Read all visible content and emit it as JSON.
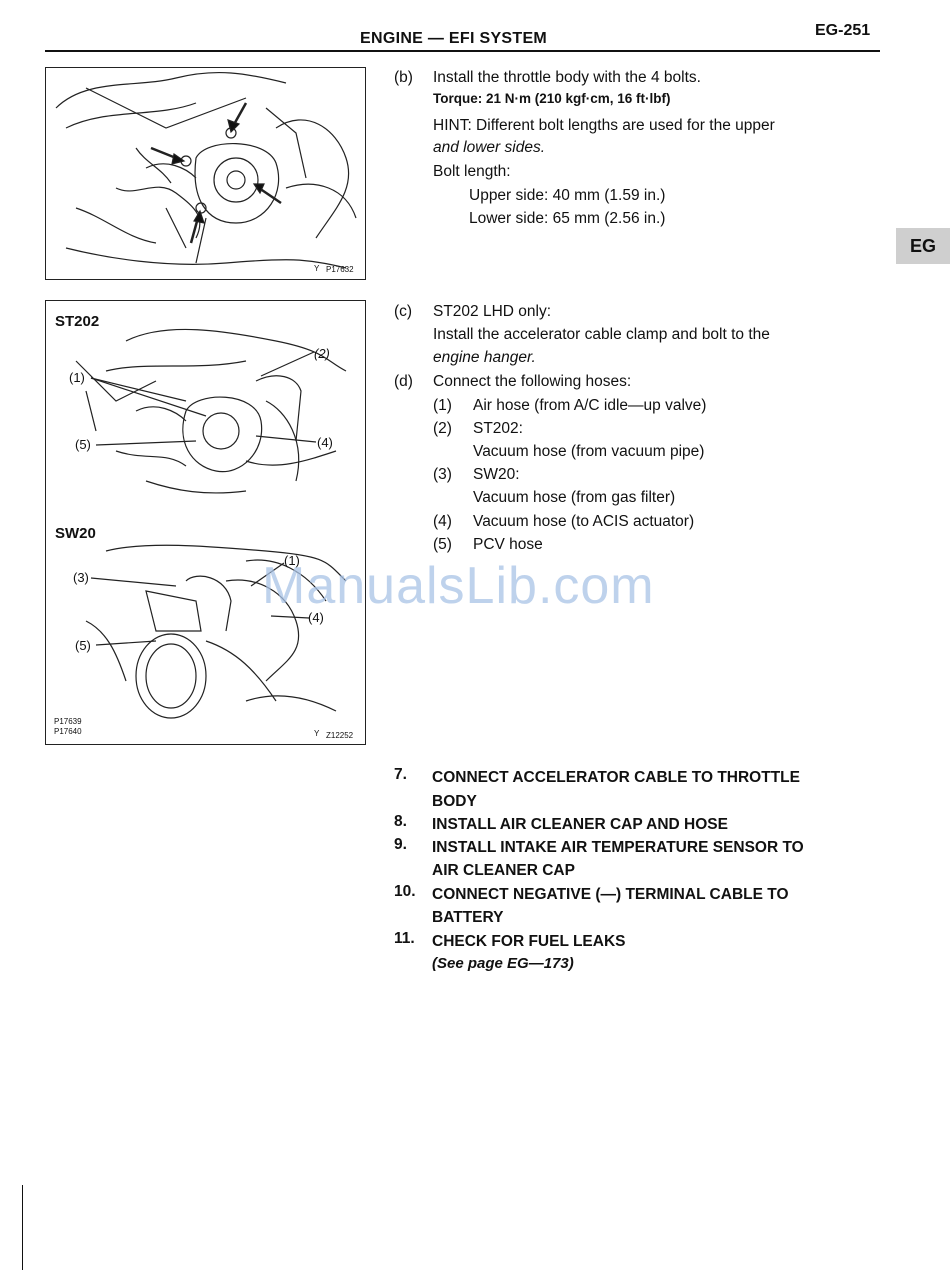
{
  "header": {
    "title": "ENGINE — EFI SYSTEM",
    "page_number": "EG-251",
    "side_tab": "EG"
  },
  "figures": [
    {
      "codes": [
        "Y",
        "P17632"
      ]
    },
    {
      "panel_labels": [
        "ST202",
        "SW20"
      ],
      "st202_callouts": [
        "(1)",
        "(2)",
        "(4)",
        "(5)"
      ],
      "sw20_callouts": [
        "(1)",
        "(3)",
        "(4)",
        "(5)"
      ],
      "codes_left": [
        "P17639",
        "P17640"
      ],
      "codes_right": [
        "Y",
        "Z12252"
      ]
    }
  ],
  "step_b": {
    "marker": "(b)",
    "main": "Install the throttle body with the 4 bolts.",
    "torque": "Torque: 21 N·m (210 kgf·cm, 16 ft·lbf)",
    "hint_1": "HINT: Different bolt lengths are used for the upper",
    "hint_2": "and lower sides.",
    "bolt_length_label": "Bolt length:",
    "upper": "Upper side: 40 mm (1.59 in.)",
    "lower": "Lower side: 65 mm (2.56 in.)"
  },
  "step_c": {
    "marker": "(c)",
    "line_1": "ST202 LHD only:",
    "line_2": "Install the accelerator cable clamp and bolt to the",
    "line_3": "engine hanger."
  },
  "step_d": {
    "marker": "(d)",
    "intro": "Connect the following hoses:",
    "items": [
      {
        "num": "(1)",
        "text": "Air hose (from A/C idle—up valve)"
      },
      {
        "num": "(2)",
        "text": "ST202:"
      },
      {
        "num": "",
        "text": "Vacuum hose (from vacuum pipe)"
      },
      {
        "num": "(3)",
        "text": "SW20:"
      },
      {
        "num": "",
        "text": "Vacuum hose (from gas filter)"
      },
      {
        "num": "(4)",
        "text": "Vacuum hose (to ACIS actuator)"
      },
      {
        "num": "(5)",
        "text": "PCV hose"
      }
    ]
  },
  "steps": [
    {
      "num": "7.",
      "lines": [
        "CONNECT ACCELERATOR CABLE TO THROTTLE",
        "BODY"
      ]
    },
    {
      "num": "8.",
      "lines": [
        "INSTALL AIR CLEANER CAP AND HOSE"
      ]
    },
    {
      "num": "9.",
      "lines": [
        "INSTALL INTAKE AIR TEMPERATURE SENSOR TO",
        "AIR CLEANER CAP"
      ]
    },
    {
      "num": "10.",
      "lines": [
        "CONNECT NEGATIVE (—) TERMINAL CABLE TO",
        "BATTERY"
      ]
    },
    {
      "num": "11.",
      "lines": [
        "CHECK FOR FUEL LEAKS"
      ]
    }
  ],
  "see_page": "(See page EG—173)",
  "watermark": "ManualsLib.com"
}
